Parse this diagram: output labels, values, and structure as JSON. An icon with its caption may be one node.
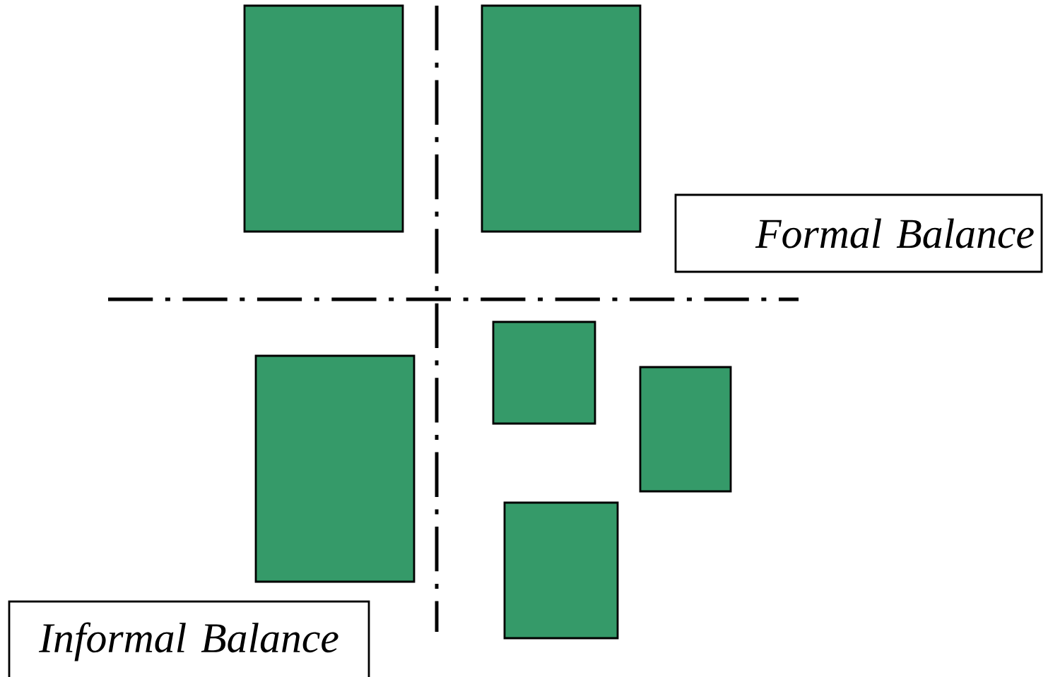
{
  "diagram": {
    "nodes": [
      {
        "text": [],
        "shape": "box"
      },
      {
        "text": [],
        "shape": "box"
      },
      {
        "text": [
          "Formal Balance"
        ]
      },
      {
        "text": [],
        "shape": "box"
      },
      {
        "text": [],
        "shape": "box"
      },
      {
        "text": [],
        "shape": "box"
      },
      {
        "text": [],
        "shape": "box"
      },
      {
        "text": [
          "Informal Balance"
        ]
      }
    ]
  }
}
